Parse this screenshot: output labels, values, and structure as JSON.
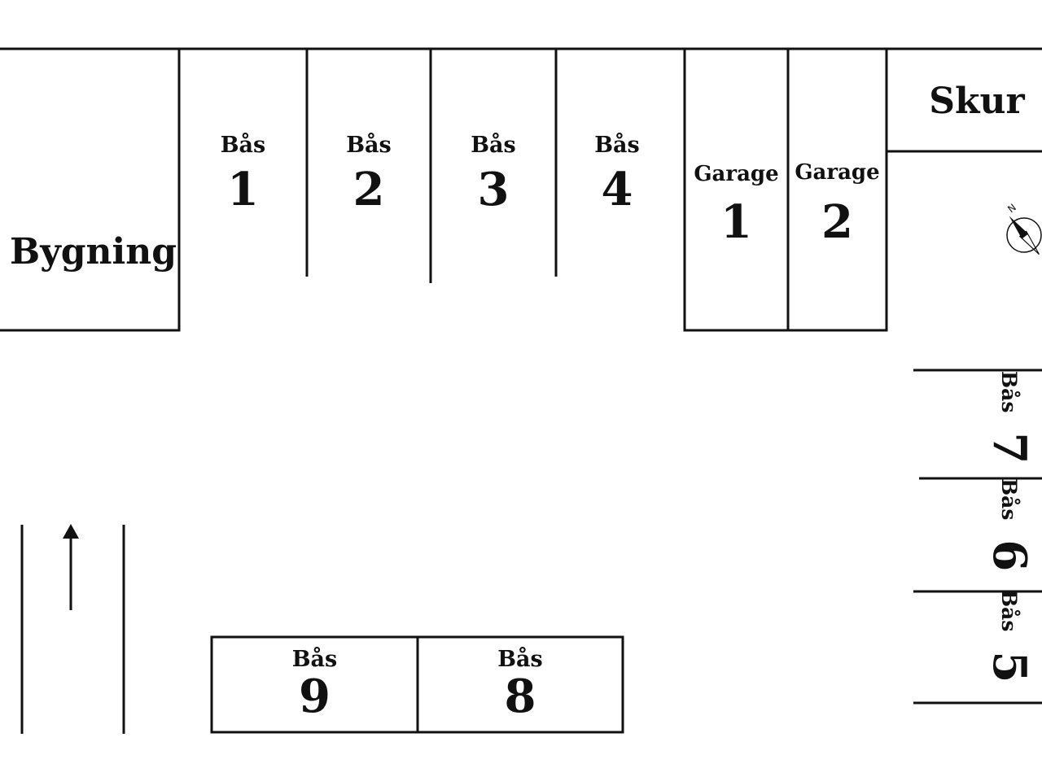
{
  "labels": {
    "building": "Bygning",
    "shed": "Skur",
    "stall_word": "Bås",
    "garage_word": "Garage"
  },
  "stalls": [
    {
      "word": "Bås",
      "number": "1"
    },
    {
      "word": "Bås",
      "number": "2"
    },
    {
      "word": "Bås",
      "number": "3"
    },
    {
      "word": "Bås",
      "number": "4"
    },
    {
      "word": "Bås",
      "number": "5"
    },
    {
      "word": "Bås",
      "number": "6"
    },
    {
      "word": "Bås",
      "number": "7"
    },
    {
      "word": "Bås",
      "number": "8"
    },
    {
      "word": "Bås",
      "number": "9"
    }
  ],
  "garages": [
    {
      "word": "Garage",
      "number": "1"
    },
    {
      "word": "Garage",
      "number": "2"
    }
  ],
  "compass": {
    "north_letter": "N"
  },
  "colors": {
    "line": "#111111",
    "background": "#ffffff"
  }
}
